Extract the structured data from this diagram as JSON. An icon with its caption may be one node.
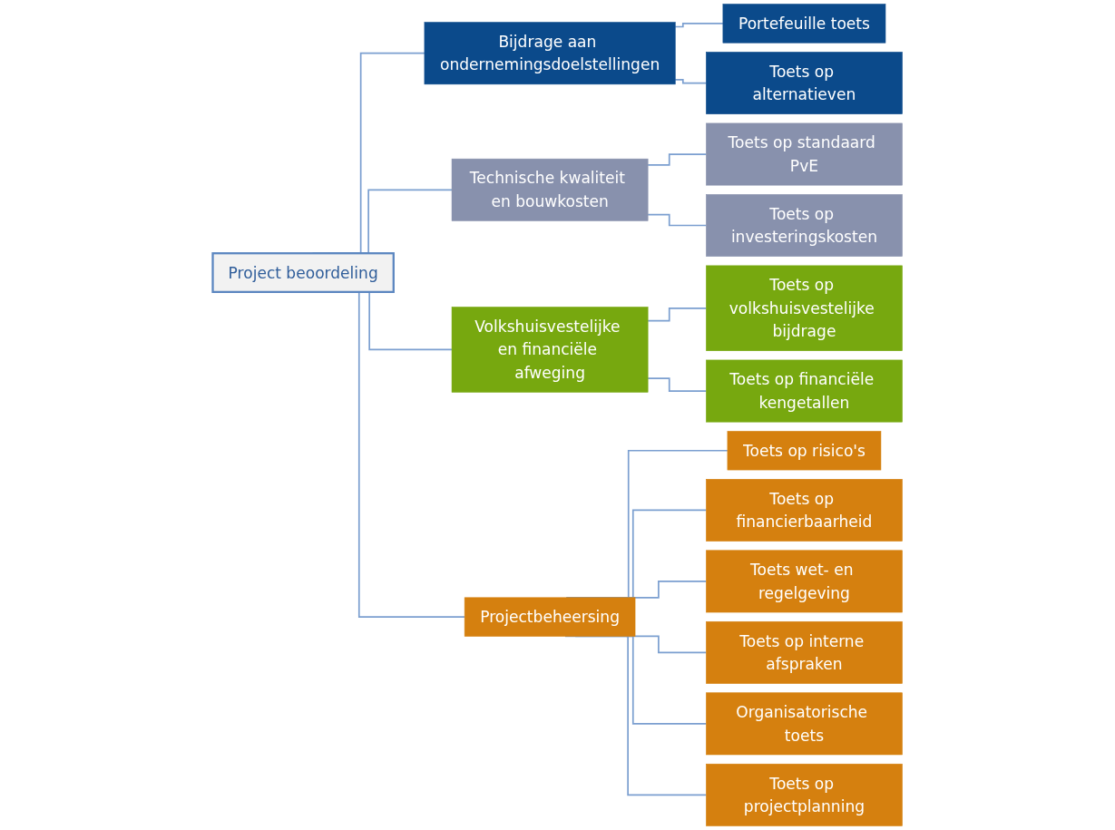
{
  "diagram": {
    "nodes": [
      {
        "text": [
          "Project beoordeling"
        ]
      },
      {
        "text": [
          "Bijdrage aan ondernemingsdoelstellingen"
        ]
      },
      {
        "text": [
          "Portefeuille toets"
        ]
      },
      {
        "text": [
          "Toets op alternatieven"
        ]
      },
      {
        "text": [
          "Technische kwaliteit en bouwkosten"
        ]
      },
      {
        "text": [
          "Toets op standaard PvE"
        ]
      },
      {
        "text": [
          "Toets op investeringskosten"
        ]
      },
      {
        "text": [
          "Volkshuisvestelijke en financiële afweging"
        ]
      },
      {
        "text": [
          "Toets op volkshuisvestelijke bijdrage"
        ]
      },
      {
        "text": [
          "Toets op financiële kengetallen"
        ]
      },
      {
        "text": [
          "Projectbeheersing"
        ]
      },
      {
        "text": [
          "Toets op risico's"
        ]
      },
      {
        "text": [
          "Toets op financierbaarheid"
        ]
      },
      {
        "text": [
          "Toets wet- en regelgeving"
        ]
      },
      {
        "text": [
          "Toets op interne afspraken"
        ]
      },
      {
        "text": [
          "Organisatorische toets"
        ]
      },
      {
        "text": [
          "Toets op projectplanning"
        ]
      }
    ],
    "edges": [
      {
        "from": 0,
        "to": 1,
        "arrow": "none"
      },
      {
        "from": 0,
        "to": 4,
        "arrow": "none"
      },
      {
        "from": 0,
        "to": 7,
        "arrow": "none"
      },
      {
        "from": 0,
        "to": 10,
        "arrow": "none"
      },
      {
        "from": 1,
        "to": 2,
        "arrow": "none"
      },
      {
        "from": 1,
        "to": 3,
        "arrow": "none"
      },
      {
        "from": 4,
        "to": 5,
        "arrow": "none"
      },
      {
        "from": 4,
        "to": 6,
        "arrow": "none"
      },
      {
        "from": 7,
        "to": 8,
        "arrow": "none"
      },
      {
        "from": 7,
        "to": 9,
        "arrow": "none"
      },
      {
        "from": 10,
        "to": 11,
        "arrow": "none"
      },
      {
        "from": 10,
        "to": 12,
        "arrow": "none"
      },
      {
        "from": 10,
        "to": 13,
        "arrow": "none"
      },
      {
        "from": 10,
        "to": 14,
        "arrow": "none"
      },
      {
        "from": 10,
        "to": 15,
        "arrow": "none"
      },
      {
        "from": 10,
        "to": 16,
        "arrow": "none"
      }
    ]
  }
}
